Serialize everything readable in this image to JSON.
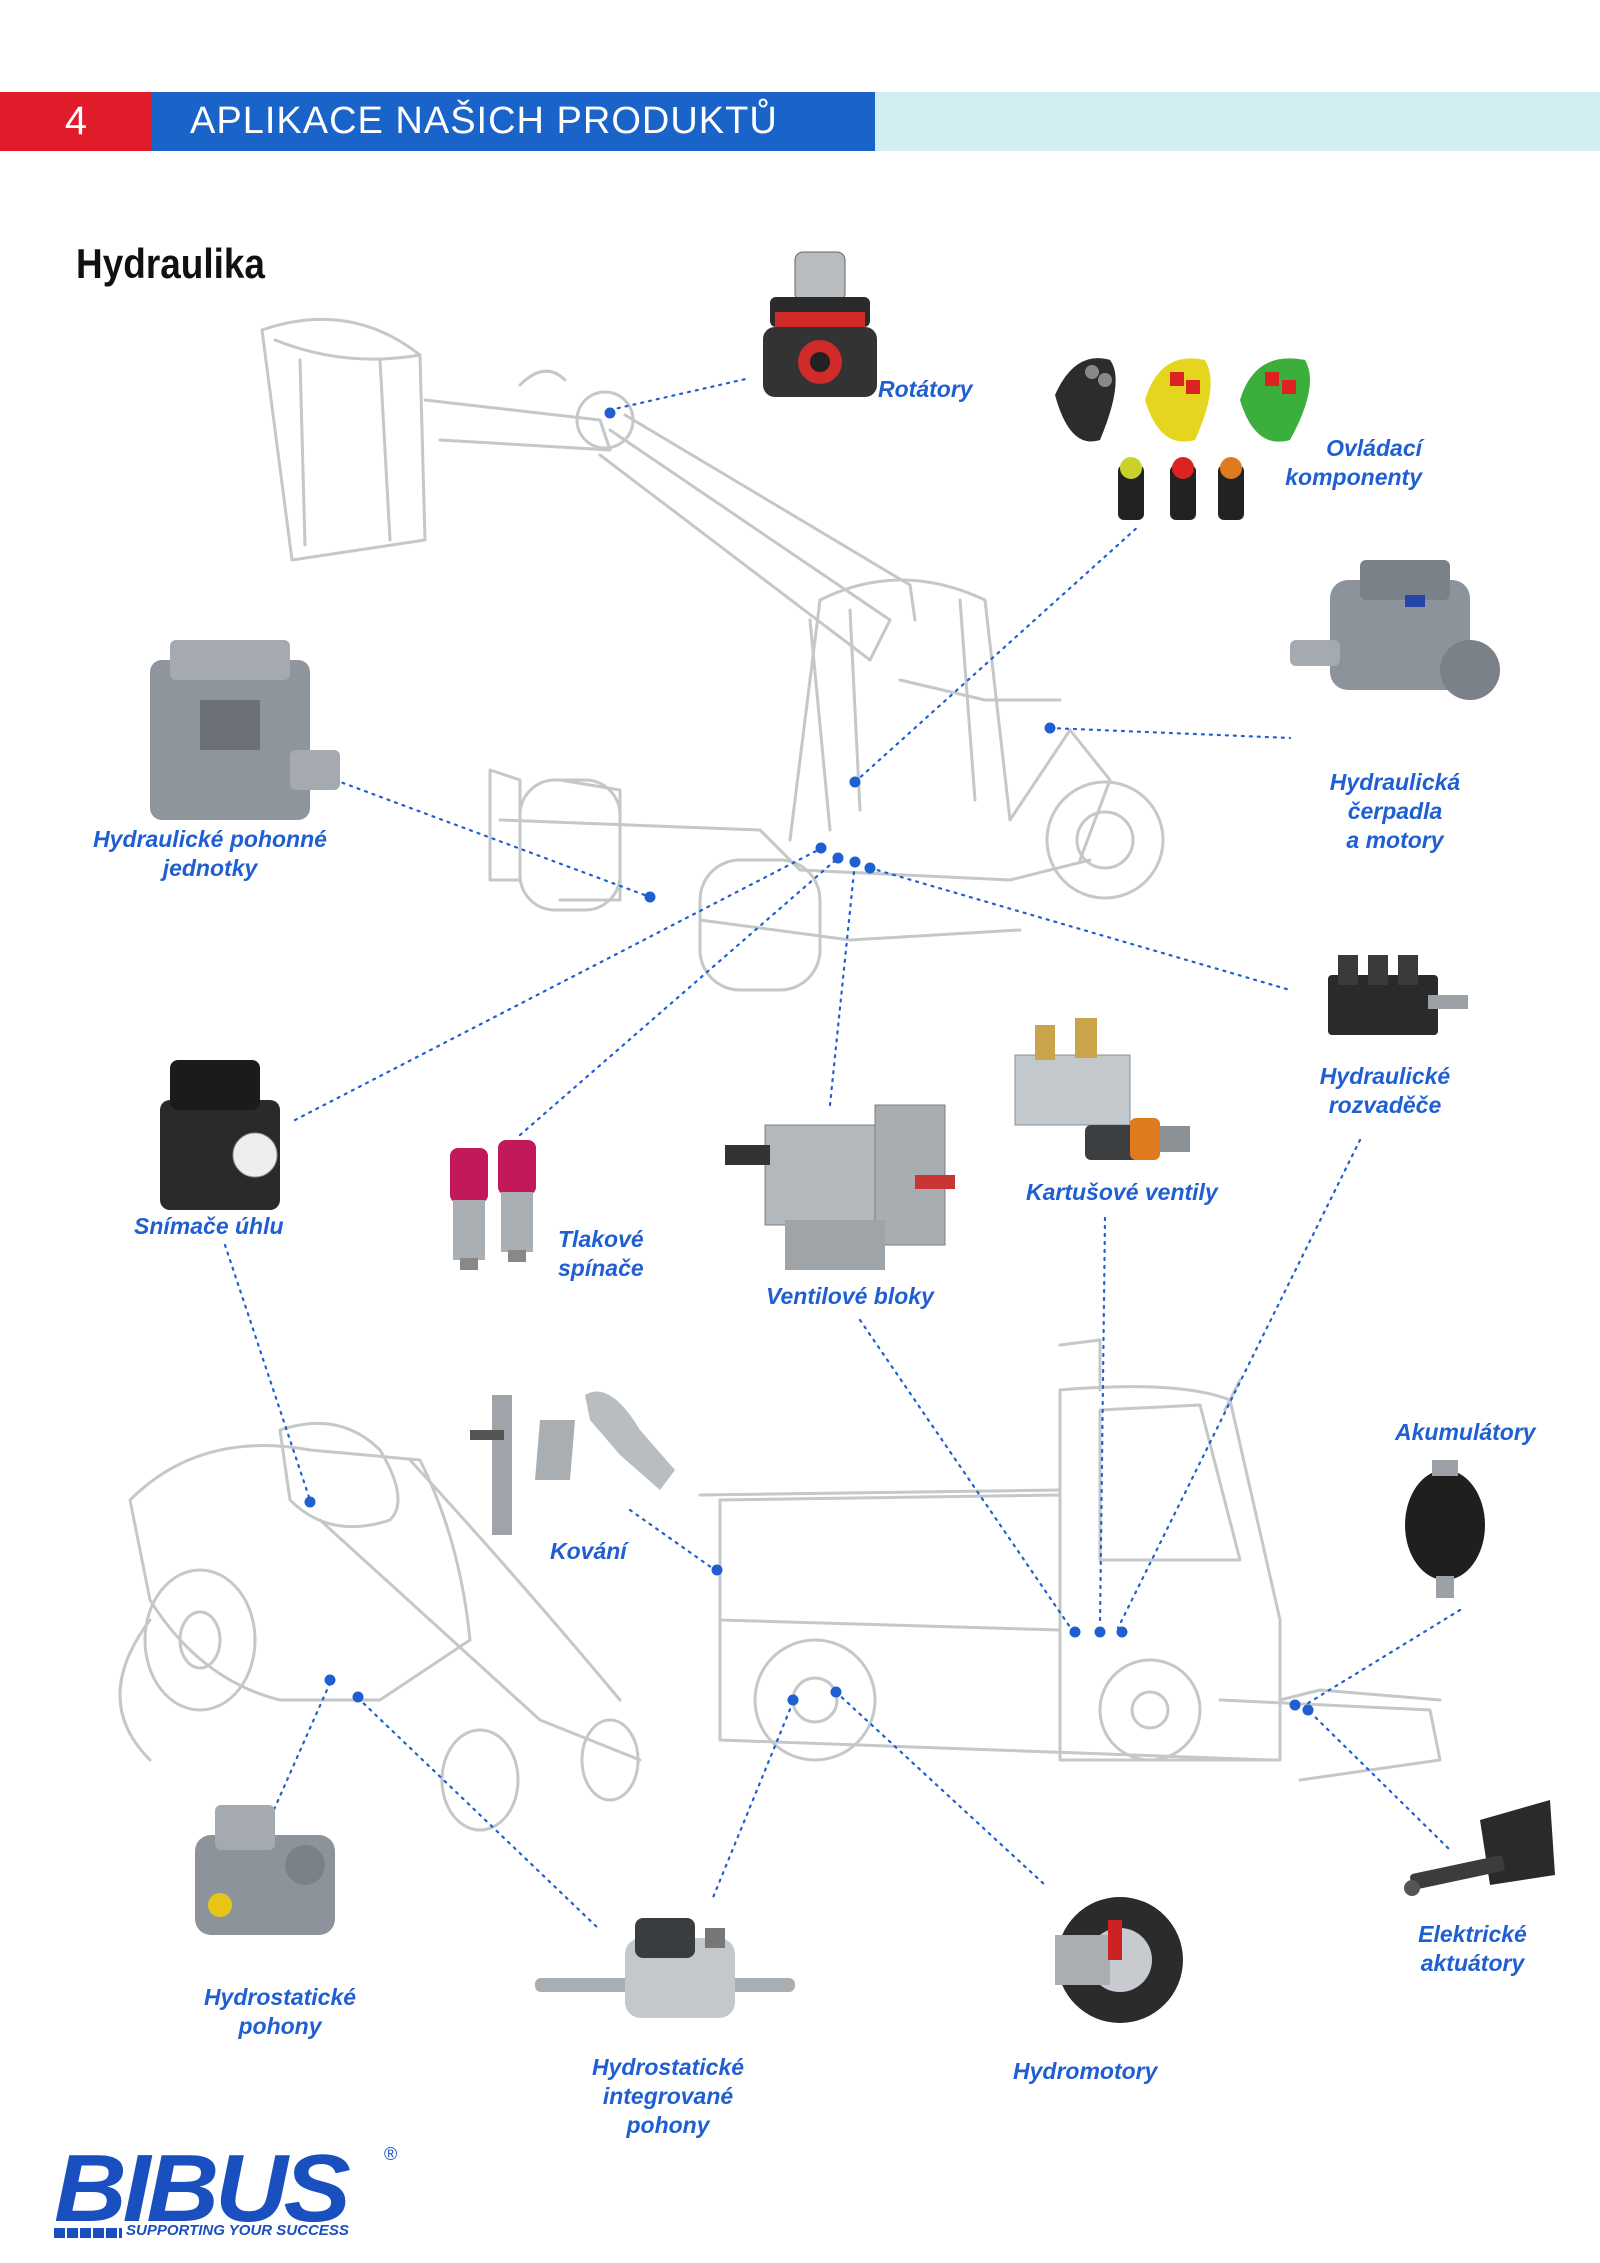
{
  "header": {
    "page_number": "4",
    "title": "APLIKACE NAŠICH PRODUKTŮ"
  },
  "section_title": "Hydraulika",
  "labels": {
    "rotatory": "Rotátory",
    "ovladaci": "Ovládací\nkomponenty",
    "hydraulicka_cerpadla": "Hydraulická\nčerpadla\na motory",
    "pohonne_jednotky": "Hydraulické pohonné\njednotky",
    "rozvadece": "Hydraulické\nrozvaděče",
    "kartusove": "Kartušové  ventily",
    "snimace": "Snímače úhlu",
    "tlakove": "Tlakové\nspínače",
    "ventilove_bloky": "Ventilové bloky",
    "akumulatory": "Akumulátory",
    "kovani": "Kování",
    "hydrostaticke_pohony": "Hydrostatické\npohony",
    "hydrostaticke_integrovane": "Hydrostatické\nintegrované\npohony",
    "hydromotory": "Hydromotory",
    "elektricke_aktuatory": "Elektrické\naktuátory"
  },
  "logo": {
    "word": "BIBUS",
    "registered": "®",
    "tagline": "SUPPORTING YOUR SUCCESS"
  },
  "colors": {
    "accent_red": "#e11c2a",
    "accent_blue": "#1a63c9",
    "header_fill": "#d2eef2",
    "label_blue": "#1f5fd1",
    "sketch_gray": "#c4c8c8"
  }
}
